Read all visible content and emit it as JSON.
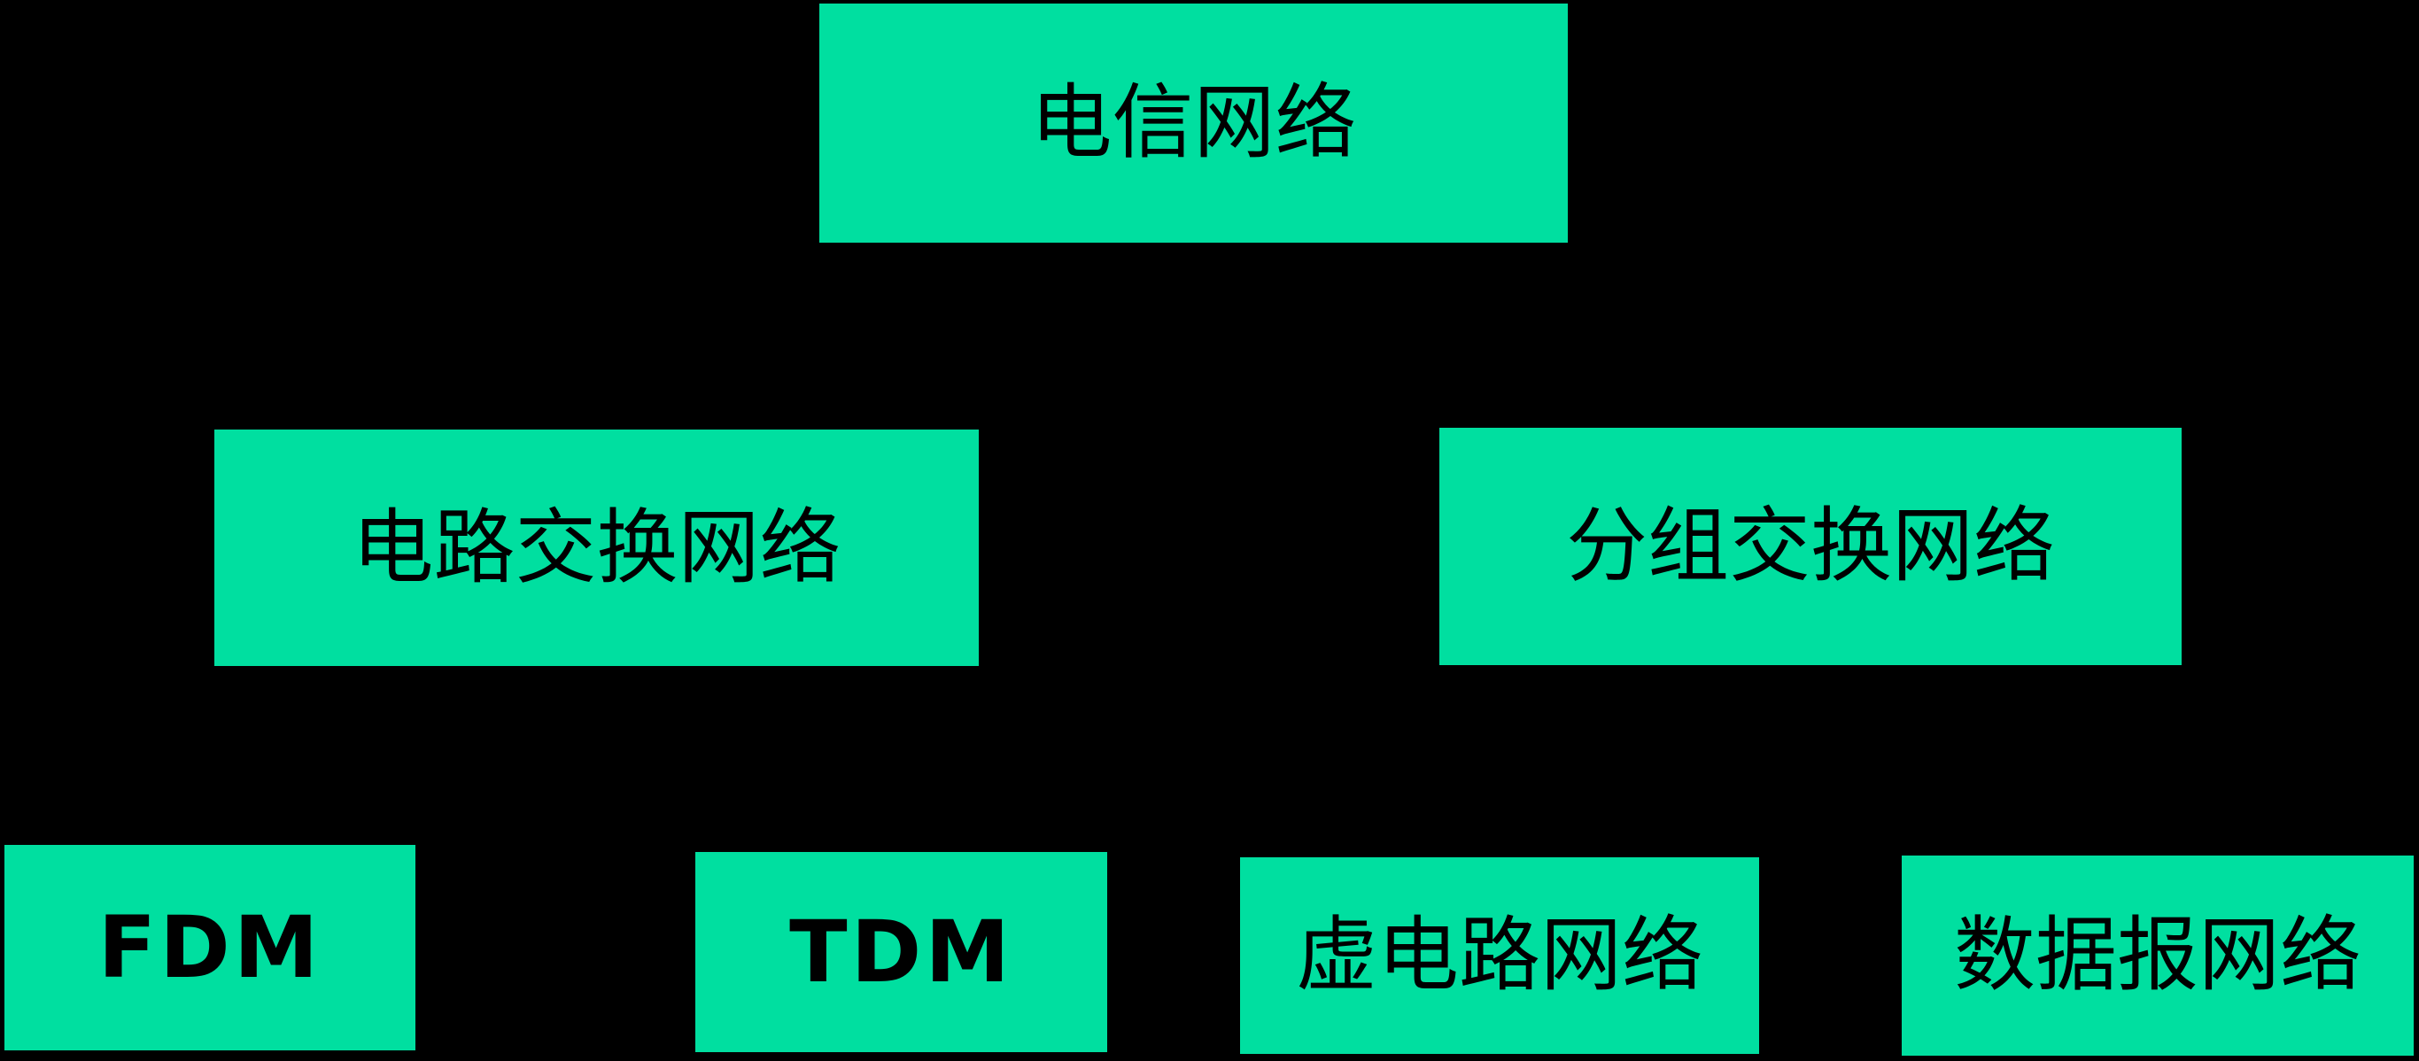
{
  "diagram": {
    "description": "telecom-network-classification-hierarchy",
    "colors": {
      "background": "#000000",
      "box_fill": "#00DFA0",
      "box_text": "#000000"
    },
    "nodes": {
      "telecom": {
        "label": "电信网络"
      },
      "circuit": {
        "label": "电路交换网络"
      },
      "packet": {
        "label": "分组交换网络"
      },
      "fdm": {
        "label": "FDM"
      },
      "tdm": {
        "label": "TDM"
      },
      "vc": {
        "label": "虚电路网络"
      },
      "datagram": {
        "label": "数据报网络"
      }
    }
  }
}
